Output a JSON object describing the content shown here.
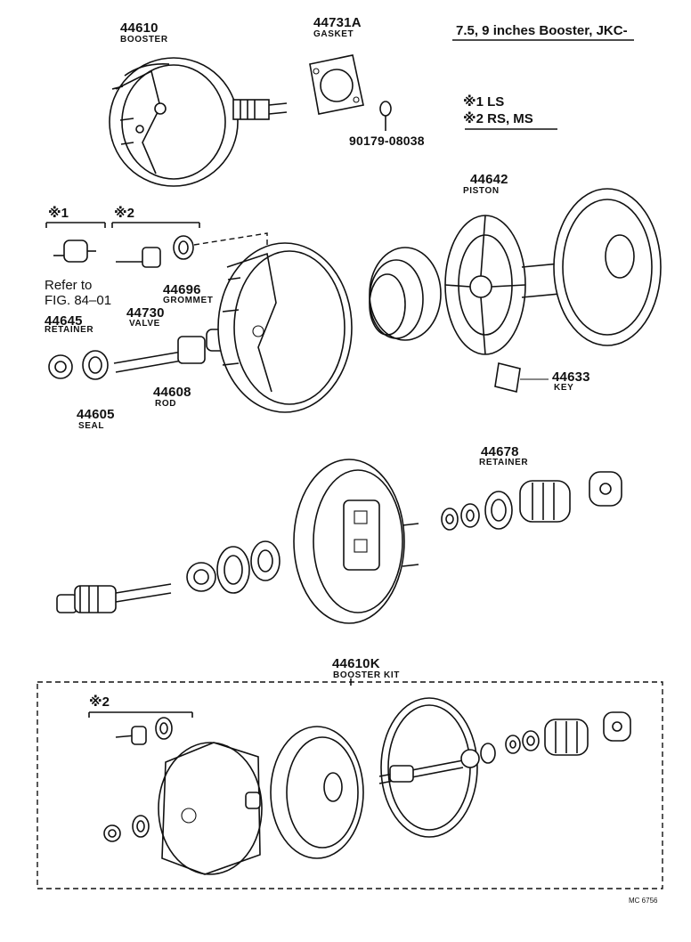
{
  "header": {
    "title": "7.5, 9 inches Booster, JKC-",
    "notes": [
      {
        "mark": "※1",
        "text": "LS"
      },
      {
        "mark": "※2",
        "text": "RS, MS"
      }
    ]
  },
  "groups": {
    "g1": "※1",
    "g2": "※2",
    "kit_g2": "※2"
  },
  "refer": {
    "line1": "Refer to",
    "line2": "FIG. 84–01"
  },
  "parts": {
    "p44610": {
      "number": "44610",
      "name": "BOOSTER"
    },
    "p44731A": {
      "number": "44731A",
      "name": "GASKET"
    },
    "p90179": {
      "number": "90179-08038"
    },
    "p44642": {
      "number": "44642",
      "name": "PISTON"
    },
    "p44645": {
      "number": "44645",
      "name": "RETAINER"
    },
    "p44730": {
      "number": "44730",
      "name": "VALVE"
    },
    "p44696": {
      "number": "44696",
      "name": "GROMMET"
    },
    "p44608": {
      "number": "44608",
      "name": "ROD"
    },
    "p44605": {
      "number": "44605",
      "name": "SEAL"
    },
    "p44633": {
      "number": "44633",
      "name": "KEY"
    },
    "p44678": {
      "number": "44678",
      "name": "RETAINER"
    },
    "p44610K": {
      "number": "44610K",
      "name": "BOOSTER KIT"
    }
  },
  "footer": {
    "code": "MC 6756"
  }
}
